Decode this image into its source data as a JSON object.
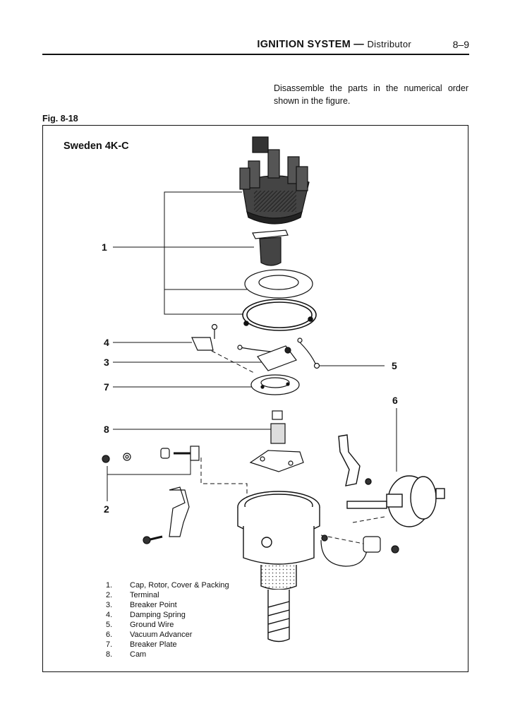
{
  "header": {
    "title": "IGNITION SYSTEM",
    "separator": "—",
    "section": "Distributor",
    "page": "8–9"
  },
  "instruction": "Disassemble the parts in the numerical order shown in the figure.",
  "figure": {
    "label": "Fig. 8-18",
    "variant": "Sweden 4K-C",
    "callouts": [
      "1",
      "2",
      "3",
      "4",
      "5",
      "6",
      "7",
      "8"
    ]
  },
  "legend": [
    {
      "num": "1.",
      "text": "Cap, Rotor, Cover & Packing"
    },
    {
      "num": "2.",
      "text": "Terminal"
    },
    {
      "num": "3.",
      "text": "Breaker Point"
    },
    {
      "num": "4.",
      "text": "Damping Spring"
    },
    {
      "num": "5.",
      "text": "Ground Wire"
    },
    {
      "num": "6.",
      "text": "Vacuum Advancer"
    },
    {
      "num": "7.",
      "text": "Breaker Plate"
    },
    {
      "num": "8.",
      "text": "Cam"
    }
  ]
}
